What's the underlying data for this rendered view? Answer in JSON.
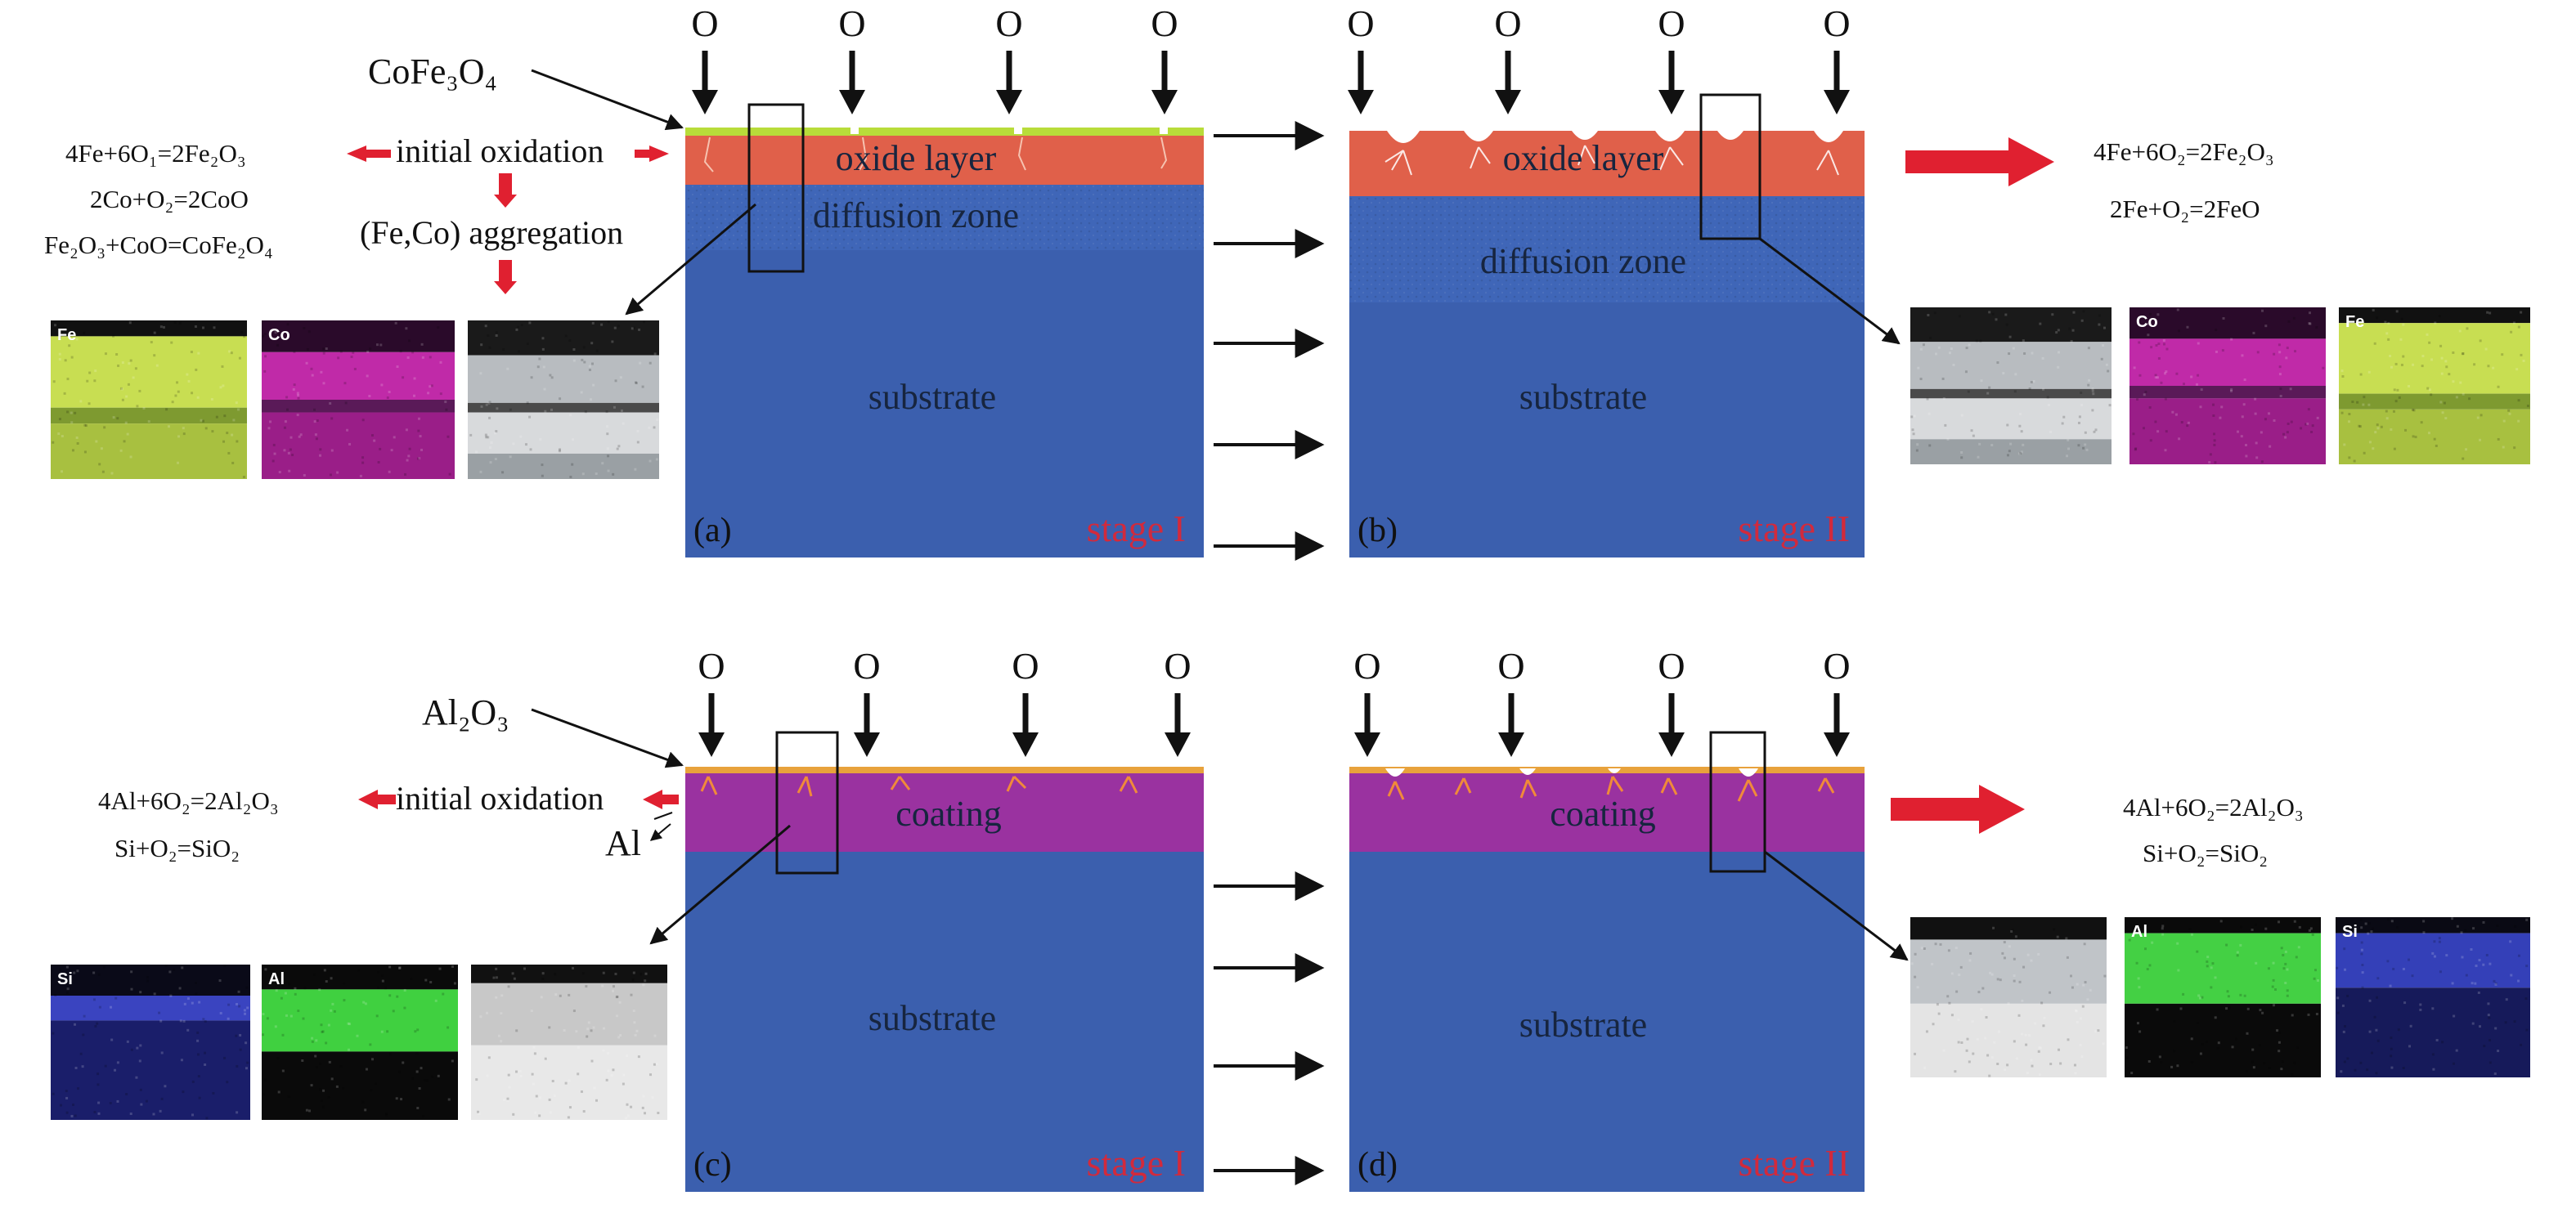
{
  "oxygen_symbol": "O",
  "colors": {
    "substrate": "#3b5fae",
    "oxide_layer": "#e0604a",
    "coating": "#9a32a0",
    "cofe_film": "#b8dc3a",
    "al2o3_film": "#e8a23c",
    "crack": "#ffffff",
    "coating_crack": "#f08a3a",
    "stage_label": "#d22a3c",
    "red_arrow": "#e02030"
  },
  "top": {
    "film_label": "CoFe₃O₄",
    "eqs_left": [
      "4Fe+6O₁=2Fe₂O₃",
      "2Co+O₂=2CoO",
      "Fe₂O₃+CoO=CoFe₂O₄"
    ],
    "step1": "initial oxidation",
    "step2": "(Fe,Co) aggregation",
    "eqs_right": [
      "4Fe+6O₂=2Fe₂O₃",
      "2Fe+O₂=2FeO"
    ],
    "panel_a": {
      "letter": "(a)",
      "stage": "stage I",
      "oxide": "oxide layer",
      "diffusion": "diffusion zone",
      "substrate": "substrate"
    },
    "panel_b": {
      "letter": "(b)",
      "stage": "stage II",
      "oxide": "oxide layer",
      "diffusion": "diffusion zone",
      "substrate": "substrate"
    },
    "maps_left": [
      {
        "label": "Fe",
        "icon": "fe-eds-map",
        "kind": "fe"
      },
      {
        "label": "Co",
        "icon": "co-eds-map",
        "kind": "co"
      },
      {
        "label": "",
        "icon": "sem-cross-section",
        "kind": "sem"
      }
    ],
    "maps_right": [
      {
        "label": "",
        "icon": "sem-cross-section",
        "kind": "sem"
      },
      {
        "label": "Co",
        "icon": "co-eds-map",
        "kind": "co"
      },
      {
        "label": "Fe",
        "icon": "fe-eds-map",
        "kind": "fe"
      }
    ]
  },
  "bottom": {
    "film_label": "Al₂O₃",
    "al_label": "Al",
    "eqs_left": [
      "4Al+6O₂=2Al₂O₃",
      "Si+O₂=SiO₂"
    ],
    "step1": "initial oxidation",
    "eqs_right": [
      "4Al+6O₂=2Al₂O₃",
      "Si+O₂=SiO₂"
    ],
    "panel_c": {
      "letter": "(c)",
      "stage": "stage I",
      "coating": "coating",
      "substrate": "substrate"
    },
    "panel_d": {
      "letter": "(d)",
      "stage": "stage II",
      "coating": "coating",
      "substrate": "substrate"
    },
    "maps_left": [
      {
        "label": "Si",
        "icon": "si-eds-map",
        "kind": "si"
      },
      {
        "label": "Al",
        "icon": "al-eds-map",
        "kind": "al"
      },
      {
        "label": "",
        "icon": "sem-cross-section",
        "kind": "sem2"
      }
    ],
    "maps_right": [
      {
        "label": "",
        "icon": "sem-cross-section",
        "kind": "sem3"
      },
      {
        "label": "Al",
        "icon": "al-eds-map",
        "kind": "al2"
      },
      {
        "label": "Si",
        "icon": "si-eds-map",
        "kind": "si2"
      }
    ]
  }
}
